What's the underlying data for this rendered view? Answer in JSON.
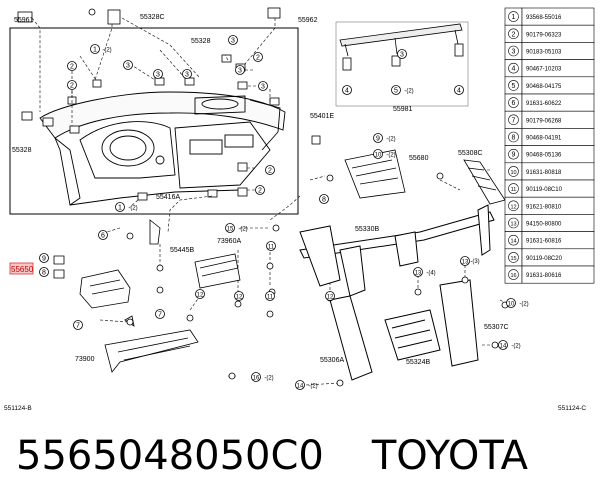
{
  "diagram_id_left": "551124-B",
  "diagram_id_right": "551124-C",
  "caption": {
    "part_number": "5565048050C0",
    "brand": "TOYOTA"
  },
  "highlighted_part": "55650",
  "legend": [
    {
      "num": "1",
      "part": "93568-55016"
    },
    {
      "num": "2",
      "part": "90179-06323"
    },
    {
      "num": "3",
      "part": "90183-05103"
    },
    {
      "num": "4",
      "part": "90467-10203"
    },
    {
      "num": "5",
      "part": "90468-04175"
    },
    {
      "num": "6",
      "part": "91631-60622"
    },
    {
      "num": "7",
      "part": "90179-06268"
    },
    {
      "num": "8",
      "part": "90468-04191"
    },
    {
      "num": "9",
      "part": "90468-05136"
    },
    {
      "num": "10",
      "part": "91631-80818"
    },
    {
      "num": "11",
      "part": "90119-08C10"
    },
    {
      "num": "12",
      "part": "91621-80810"
    },
    {
      "num": "13",
      "part": "94150-80800"
    },
    {
      "num": "14",
      "part": "91631-60816"
    },
    {
      "num": "15",
      "part": "90119-08C20"
    },
    {
      "num": "16",
      "part": "91631-80616"
    }
  ],
  "labels": {
    "p55961": "55961",
    "p55328c": "55328C",
    "p55962": "55962",
    "p55328": "55328",
    "p55328b": "55328",
    "p55401e": "55401E",
    "p55981": "55981",
    "p55680": "55680",
    "p55308c": "55308C",
    "p55416a": "55416A",
    "p55445b": "55445B",
    "p73960a": "73960A",
    "p55330b": "55330B",
    "p73900": "73900",
    "p55307c": "55307C",
    "p55306a": "55306A",
    "p55324b": "55324B"
  },
  "callouts": {
    "c1": "1",
    "c1a": "-(2)",
    "c2": "2",
    "c3": "3",
    "c4": "4",
    "c5": "5",
    "c6": "6",
    "c7": "7",
    "c8": "8",
    "c9": "9",
    "c10": "10",
    "c11": "11",
    "c12": "12",
    "c13": "13",
    "c14": "14",
    "c15": "15",
    "c16": "16",
    "q2": "-(2)",
    "q4": "-(4)",
    "q3": "-(3)"
  }
}
